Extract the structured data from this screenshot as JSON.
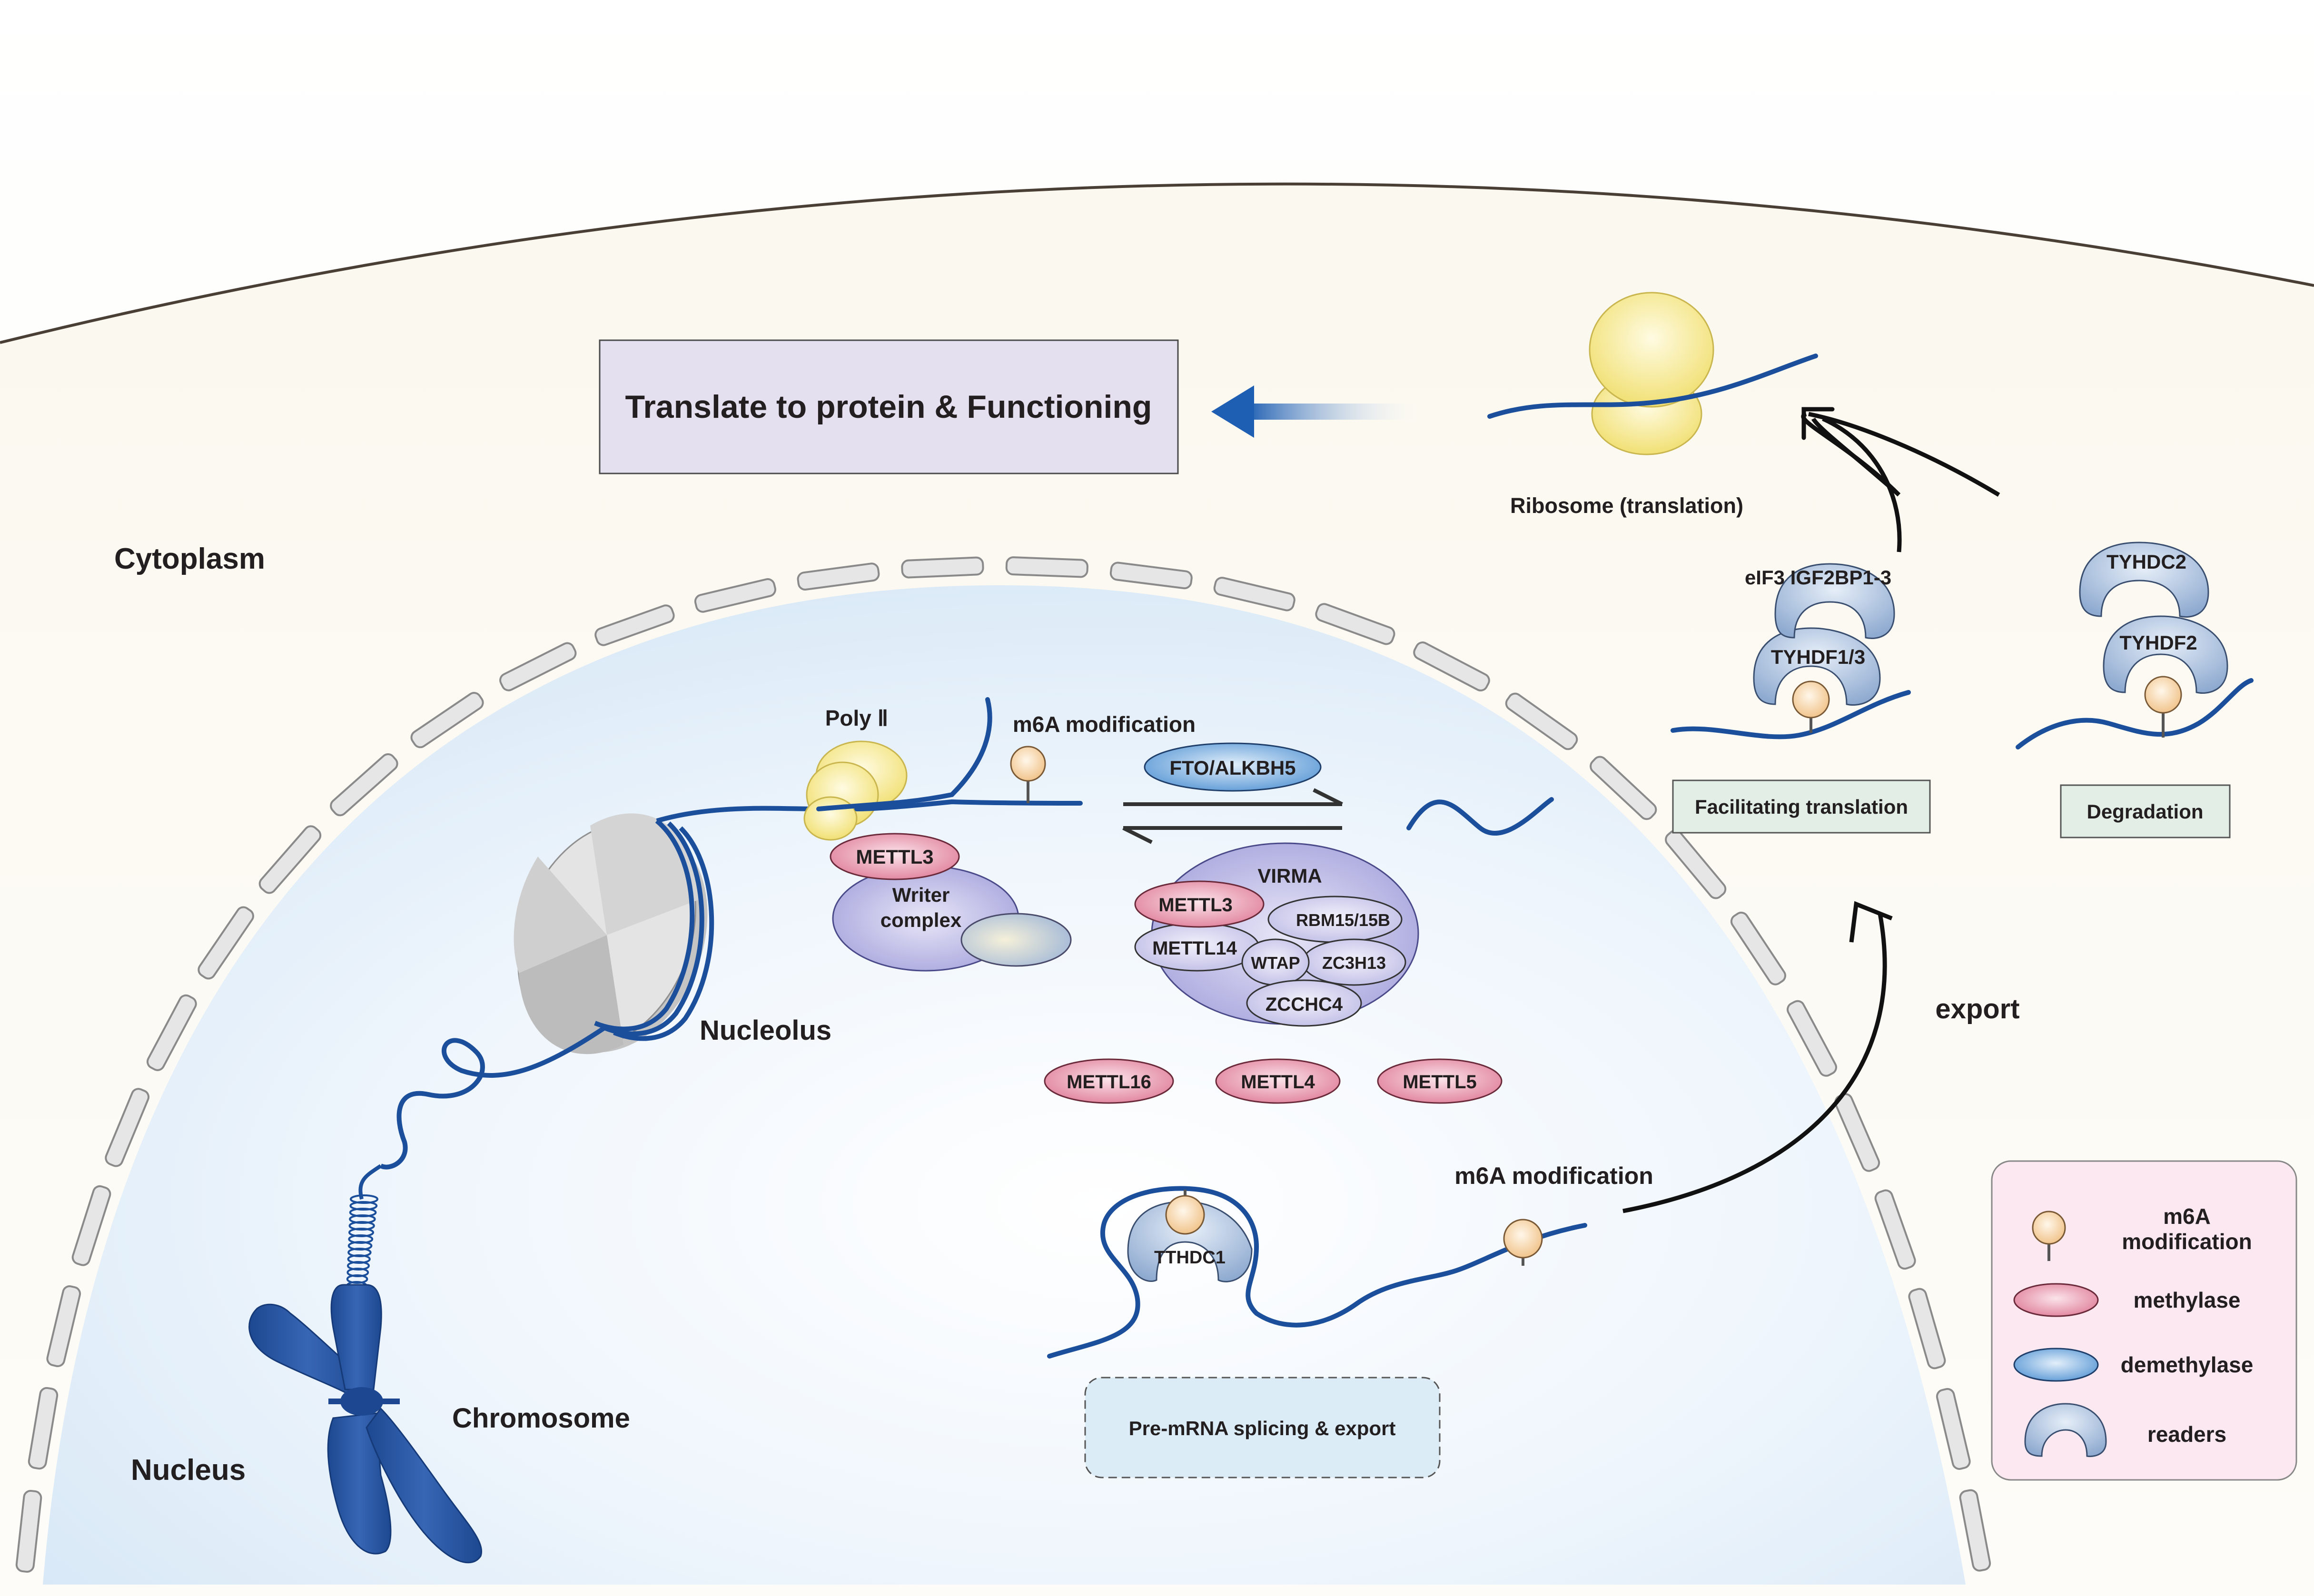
{
  "regions": {
    "cytoplasm": "Cytoplasm",
    "nucleus": "Nucleus",
    "nucleolus": "Nucleolus",
    "chromosome": "Chromosome"
  },
  "translate_box": {
    "label": "Translate to protein & Functioning"
  },
  "ribosome": {
    "label": "Ribosome (translation)"
  },
  "transcription": {
    "poly2": "Poly Ⅱ",
    "m6a_top": "m6A modification",
    "writer_methyl": "METTL3",
    "writer_complex_line1": "Writer",
    "writer_complex_line2": "complex"
  },
  "eraser": "FTO/ALKBH5",
  "writer_complex": {
    "virma": "VIRMA",
    "mettl3": "METTL3",
    "rbm15": "RBM15/15B",
    "mettl14": "METTL14",
    "wtap": "WTAP",
    "zc3h13": "ZC3H13",
    "zcchc4": "ZCCHC4"
  },
  "other_methylases": [
    "METTL16",
    "METTL4",
    "METTL5"
  ],
  "nuclear_reader": {
    "m6a_label": "m6A modification",
    "reader": "TTHDC1",
    "box_label": "Pre-mRNA splicing & export"
  },
  "export_label": "export",
  "translation_readers": {
    "top_reader": "eIF3 IGF2BP1-3",
    "bottom_reader": "TYHDF1/3",
    "box_label": "Facilitating translation"
  },
  "degradation_readers": {
    "top_reader": "TYHDC2",
    "bottom_reader": "TYHDF2",
    "box_label": "Degradation"
  },
  "legend": {
    "m6a_line1": "m6A",
    "m6a_line2": "modification",
    "methylase": "methylase",
    "demethylase": "demethylase",
    "readers": "readers"
  },
  "colors": {
    "rna": "#1b4f9c",
    "methylase": "#e58aa2",
    "demethylase": "#6aa3d9",
    "reader": "#aac0dc",
    "ribosome": "#f7e98a",
    "m6a": "#f8d9ac",
    "nucleus": "#dbeaf7",
    "cytoplasm": "#fcfaf4",
    "chromosome": "#2554a3",
    "translate_box": "#e4e0ef",
    "legend_bg": "#fbe8f0"
  }
}
